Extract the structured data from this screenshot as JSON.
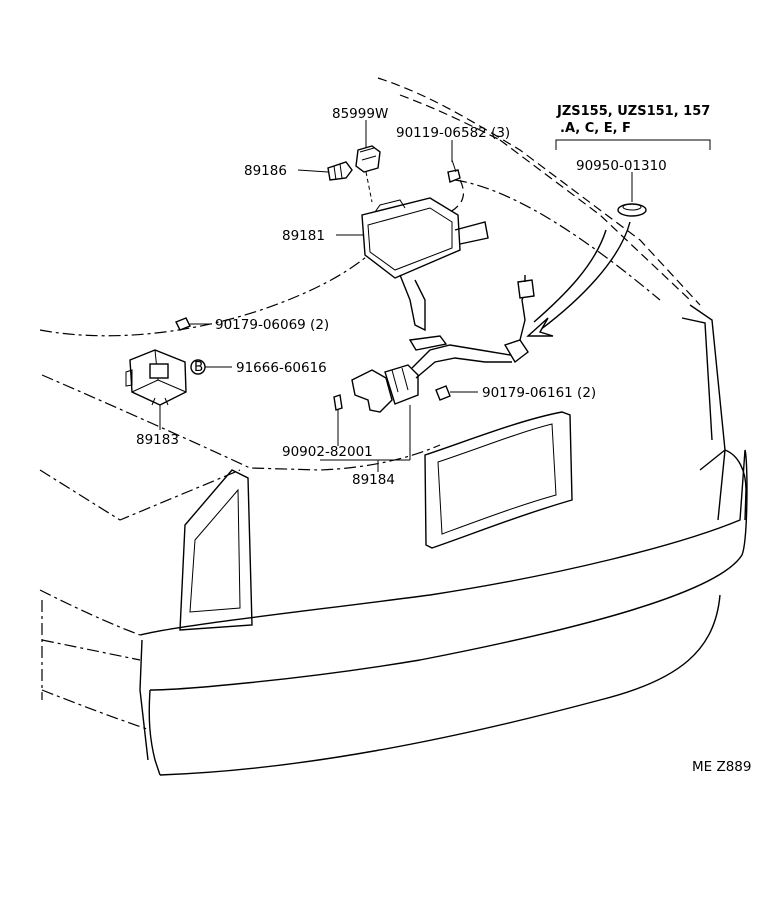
{
  "labels": {
    "p85999w": "85999W",
    "p90119": "90119-06582 (3)",
    "p89186": "89186",
    "p89181": "89181",
    "p90179a": "90179-06069 (2)",
    "p91666": "91666-60616",
    "p89183": "89183",
    "p90902": "90902-82001",
    "p89184": "89184",
    "p90179b": "90179-06161 (2)",
    "p90950": "90950-01310",
    "model_line1": "JZS155, UZS151, 157",
    "model_line2": ".A, C, E, F",
    "circle_b": "B",
    "footer_code": "ME  Z889"
  }
}
